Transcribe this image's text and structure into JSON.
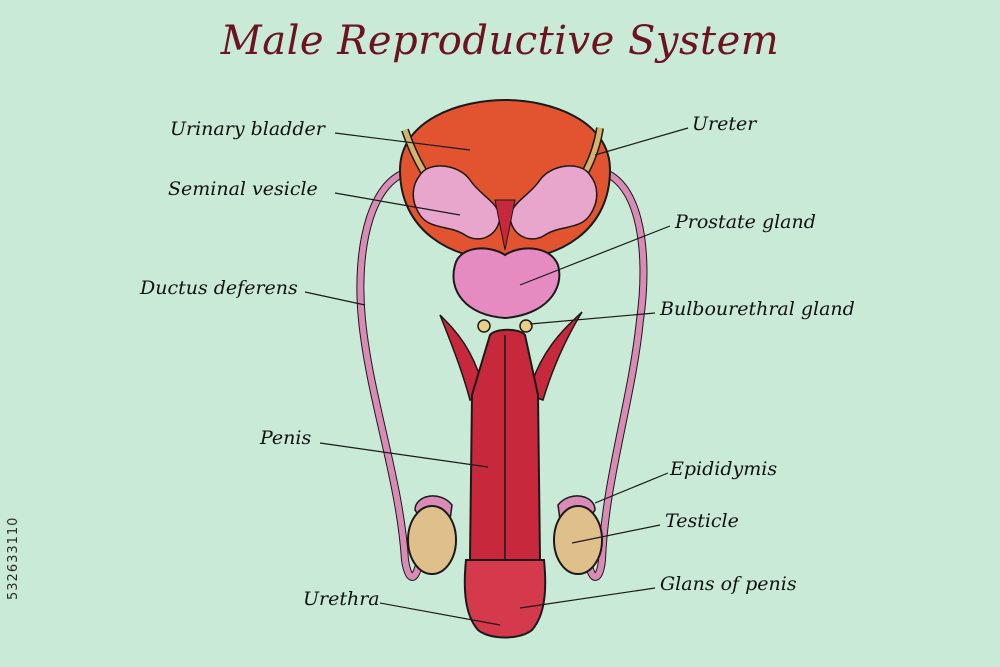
{
  "title": "Male Reproductive System",
  "watermark_id": "532633110",
  "labels": {
    "urinary_bladder": "Urinary bladder",
    "seminal_vesicle": "Seminal vesicle",
    "ductus_deferens": "Ductus deferens",
    "penis": "Penis",
    "urethra": "Urethra",
    "ureter": "Ureter",
    "prostate_gland": "Prostate  gland",
    "bulbourethral_gland": "Bulbourethral gland",
    "epididymis": "Epididymis",
    "testicle": "Testicle",
    "glans_of_penis": "Glans of penis"
  },
  "colors": {
    "background": "#c9ead6",
    "bladder": "#e2542f",
    "vesicle": "#e9a6cc",
    "prostate": "#e68ac2",
    "penis": "#c8283c",
    "testicle": "#e0c08a",
    "duct": "#d98bb6",
    "ureter": "#d6b36a",
    "title": "#6b1320"
  }
}
